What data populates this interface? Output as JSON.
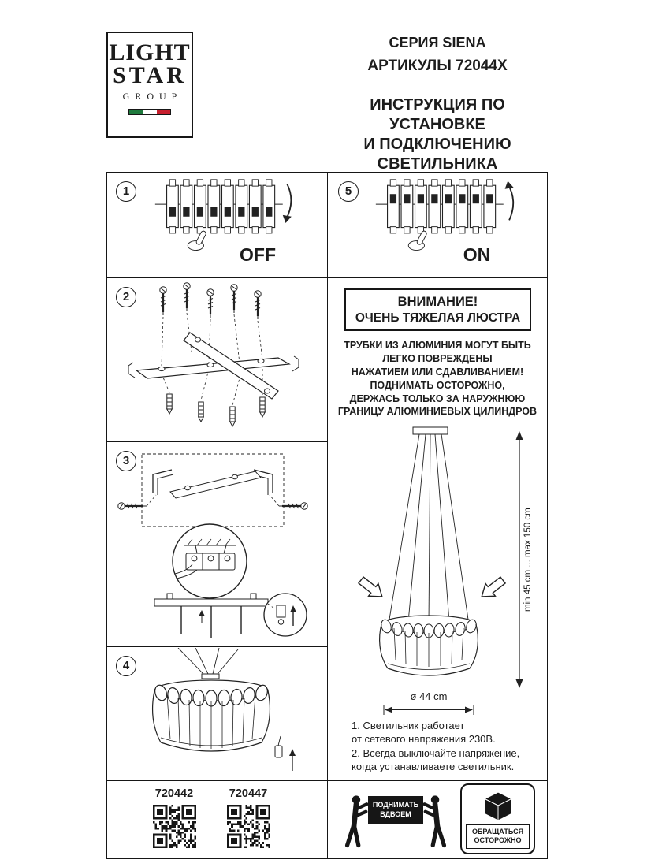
{
  "page": {
    "bg": "#ffffff",
    "ink": "#1c1c1c"
  },
  "logo": {
    "word1": "LIGHT",
    "word2": "STAR",
    "word3": "GROUP",
    "flag_green": "#1f7a3d",
    "flag_white": "#ffffff",
    "flag_red": "#c8202f"
  },
  "header": {
    "series": "СЕРИЯ SIENA",
    "articles": "АРТИКУЛЫ 72044X",
    "title_line1": "ИНСТРУКЦИЯ ПО УСТАНОВКЕ",
    "title_line2": "И ПОДКЛЮЧЕНИЮ СВЕТИЛЬНИКА"
  },
  "steps": {
    "s1": {
      "num": "1",
      "label": "OFF"
    },
    "s5": {
      "num": "5",
      "label": "ON"
    },
    "s2": {
      "num": "2"
    },
    "s3": {
      "num": "3"
    },
    "s4": {
      "num": "4"
    }
  },
  "warning": {
    "title1": "ВНИМАНИЕ!",
    "title2": "ОЧЕНЬ ТЯЖЕЛАЯ ЛЮСТРА",
    "body": "ТРУБКИ ИЗ АЛЮМИНИЯ МОГУТ БЫТЬ\nЛЕГКО ПОВРЕЖДЕНЫ\nНАЖАТИЕМ ИЛИ СДАВЛИВАНИЕМ!\nПОДНИМАТЬ ОСТОРОЖНО,\nДЕРЖАСЬ ТОЛЬКО ЗА НАРУЖНЮЮ\nГРАНИЦУ АЛЮМИНИЕВЫХ ЦИЛИНДРОВ"
  },
  "dimensions": {
    "height": "min 45 cm ... max 150 cm",
    "diameter": "ø 44 cm"
  },
  "notes": {
    "text": "1. Светильник работает\nот сетевого напряжения 230В.\n2. Всегда выключайте напряжение,\nкогда устанавливаете светильник."
  },
  "footer": {
    "code_left": "720442",
    "code_right": "720447",
    "lift": "ПОДНИМАТЬ\nВДВОЕМ",
    "care": "ОБРАЩАТЬСЯ\nОСТОРОЖНО"
  }
}
